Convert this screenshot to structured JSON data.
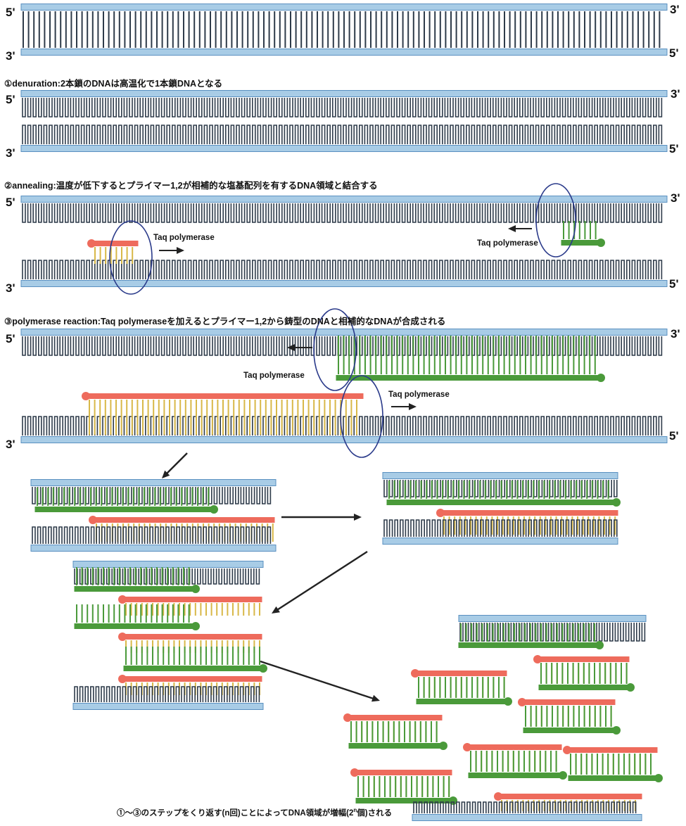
{
  "ends": {
    "five": "5'",
    "three": "3'"
  },
  "steps": {
    "denaturation": "①denuration:2本鎖のDNAは高温化で1本鎖DNAとなる",
    "annealing": "②annealing:温度が低下するとプライマー1,2が相補的な塩基配列を有するDNA領域と結合する",
    "polymerase": "③polymerase reaction:Taq polymeraseを加えるとプライマー1,2から鋳型のDNAと相補的なDNAが合成される"
  },
  "enzyme": "Taq polymerase",
  "footer_prefix": "①～③のステップをくり返す(n回)ことによってDNA領域が増幅(2",
  "footer_exp": "n",
  "footer_suffix": "個)される",
  "colors": {
    "template_strand": "#a8cce6",
    "template_edge": "#5a90c0",
    "new_strand_green": "#4a9a3a",
    "new_strand_red": "#ee6b5c",
    "base_pair_yellow": "#d8b848",
    "base_line": "#2e3b4a",
    "circle": "#2a3a8a"
  }
}
